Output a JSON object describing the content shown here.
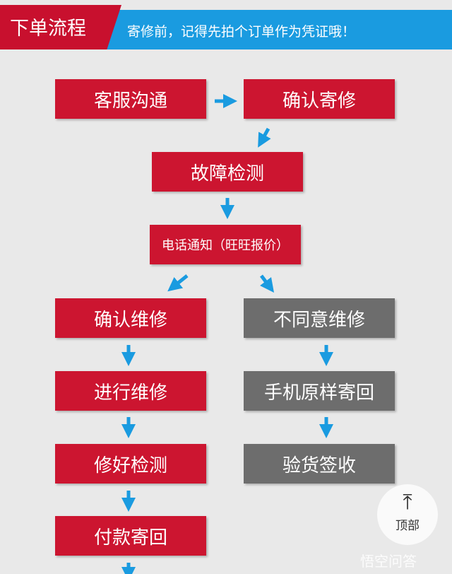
{
  "header": {
    "title": "下单流程",
    "subtitle": "寄修前，记得先拍个订单作为凭证哦！"
  },
  "steps": {
    "customer_service": "客服沟通",
    "confirm_send": "确认寄修",
    "fault_check": "故障检测",
    "phone_notice": "电话通知（旺旺报价）",
    "confirm_repair": "确认维修",
    "disagree_repair": "不同意维修",
    "repairing": "进行维修",
    "return_original": "手机原样寄回",
    "repaired_check": "修好检测",
    "inspect_sign": "验货签收",
    "pay_return": "付款寄回"
  },
  "colors": {
    "red": "#cc1530",
    "blue": "#1a9be0",
    "gray": "#6d6d6d"
  },
  "back_to_top": {
    "icon": "arrow-up-bar-icon",
    "label": "顶部"
  },
  "watermark": "悟空问答"
}
